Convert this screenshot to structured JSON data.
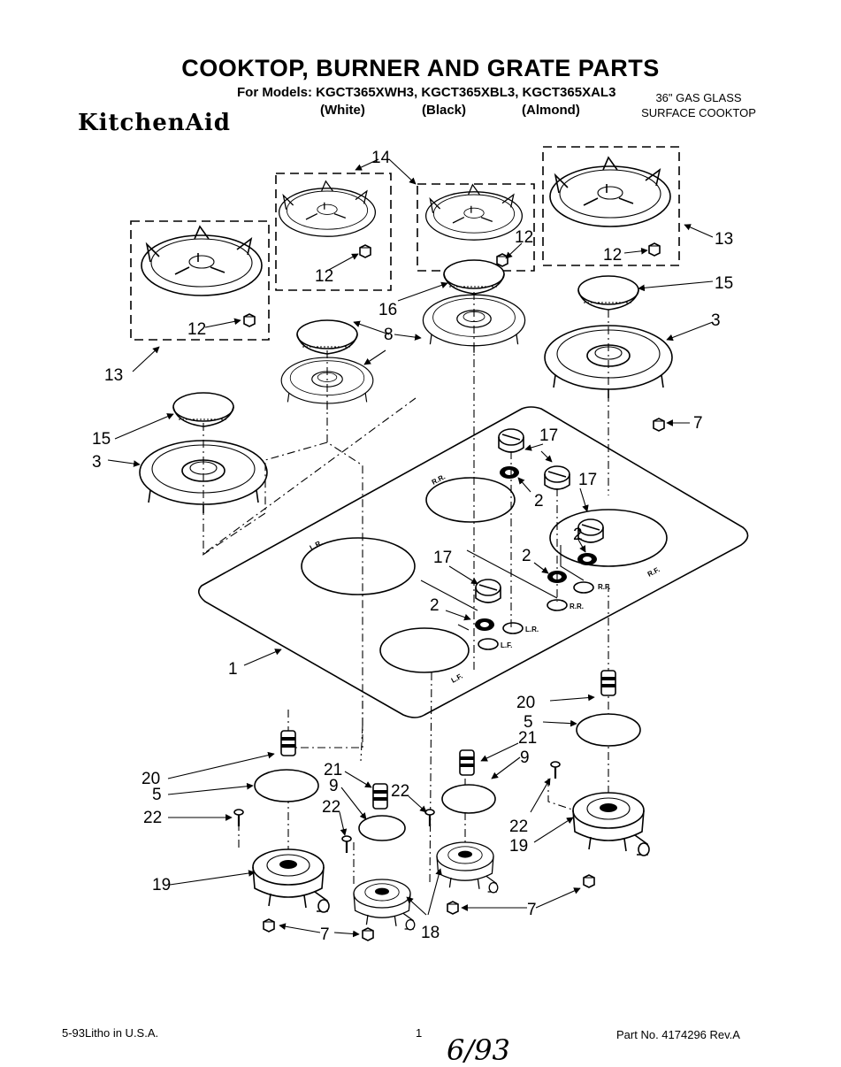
{
  "header": {
    "title": "COOKTOP, BURNER AND GRATE PARTS",
    "models": "For Models: KGCT365XWH3, KGCT365XBL3, KGCT365XAL3",
    "color_white": "(White)",
    "color_black": "(Black)",
    "color_almond": "(Almond)",
    "brand": "KitchenAid",
    "product_line1": "36\" GAS GLASS",
    "product_line2": "SURFACE COOKTOP"
  },
  "footer": {
    "litho": "5-93Litho in U.S.A.",
    "page": "1",
    "part_no": "Part No. 4174296   Rev.A",
    "handwritten": "6/93"
  },
  "labels": {
    "c1": "1",
    "c2": "2",
    "c3": "3",
    "c5": "5",
    "c7": "7",
    "c8": "8",
    "c9": "9",
    "c12": "12",
    "c13": "13",
    "c14": "14",
    "c15": "15",
    "c16": "16",
    "c17": "17",
    "c18": "18",
    "c19": "19",
    "c20": "20",
    "c21": "21",
    "c22": "22"
  },
  "position_marks": {
    "lr": "L.R.",
    "rr": "R.R.",
    "rf": "R.F.",
    "lf": "L.F."
  }
}
